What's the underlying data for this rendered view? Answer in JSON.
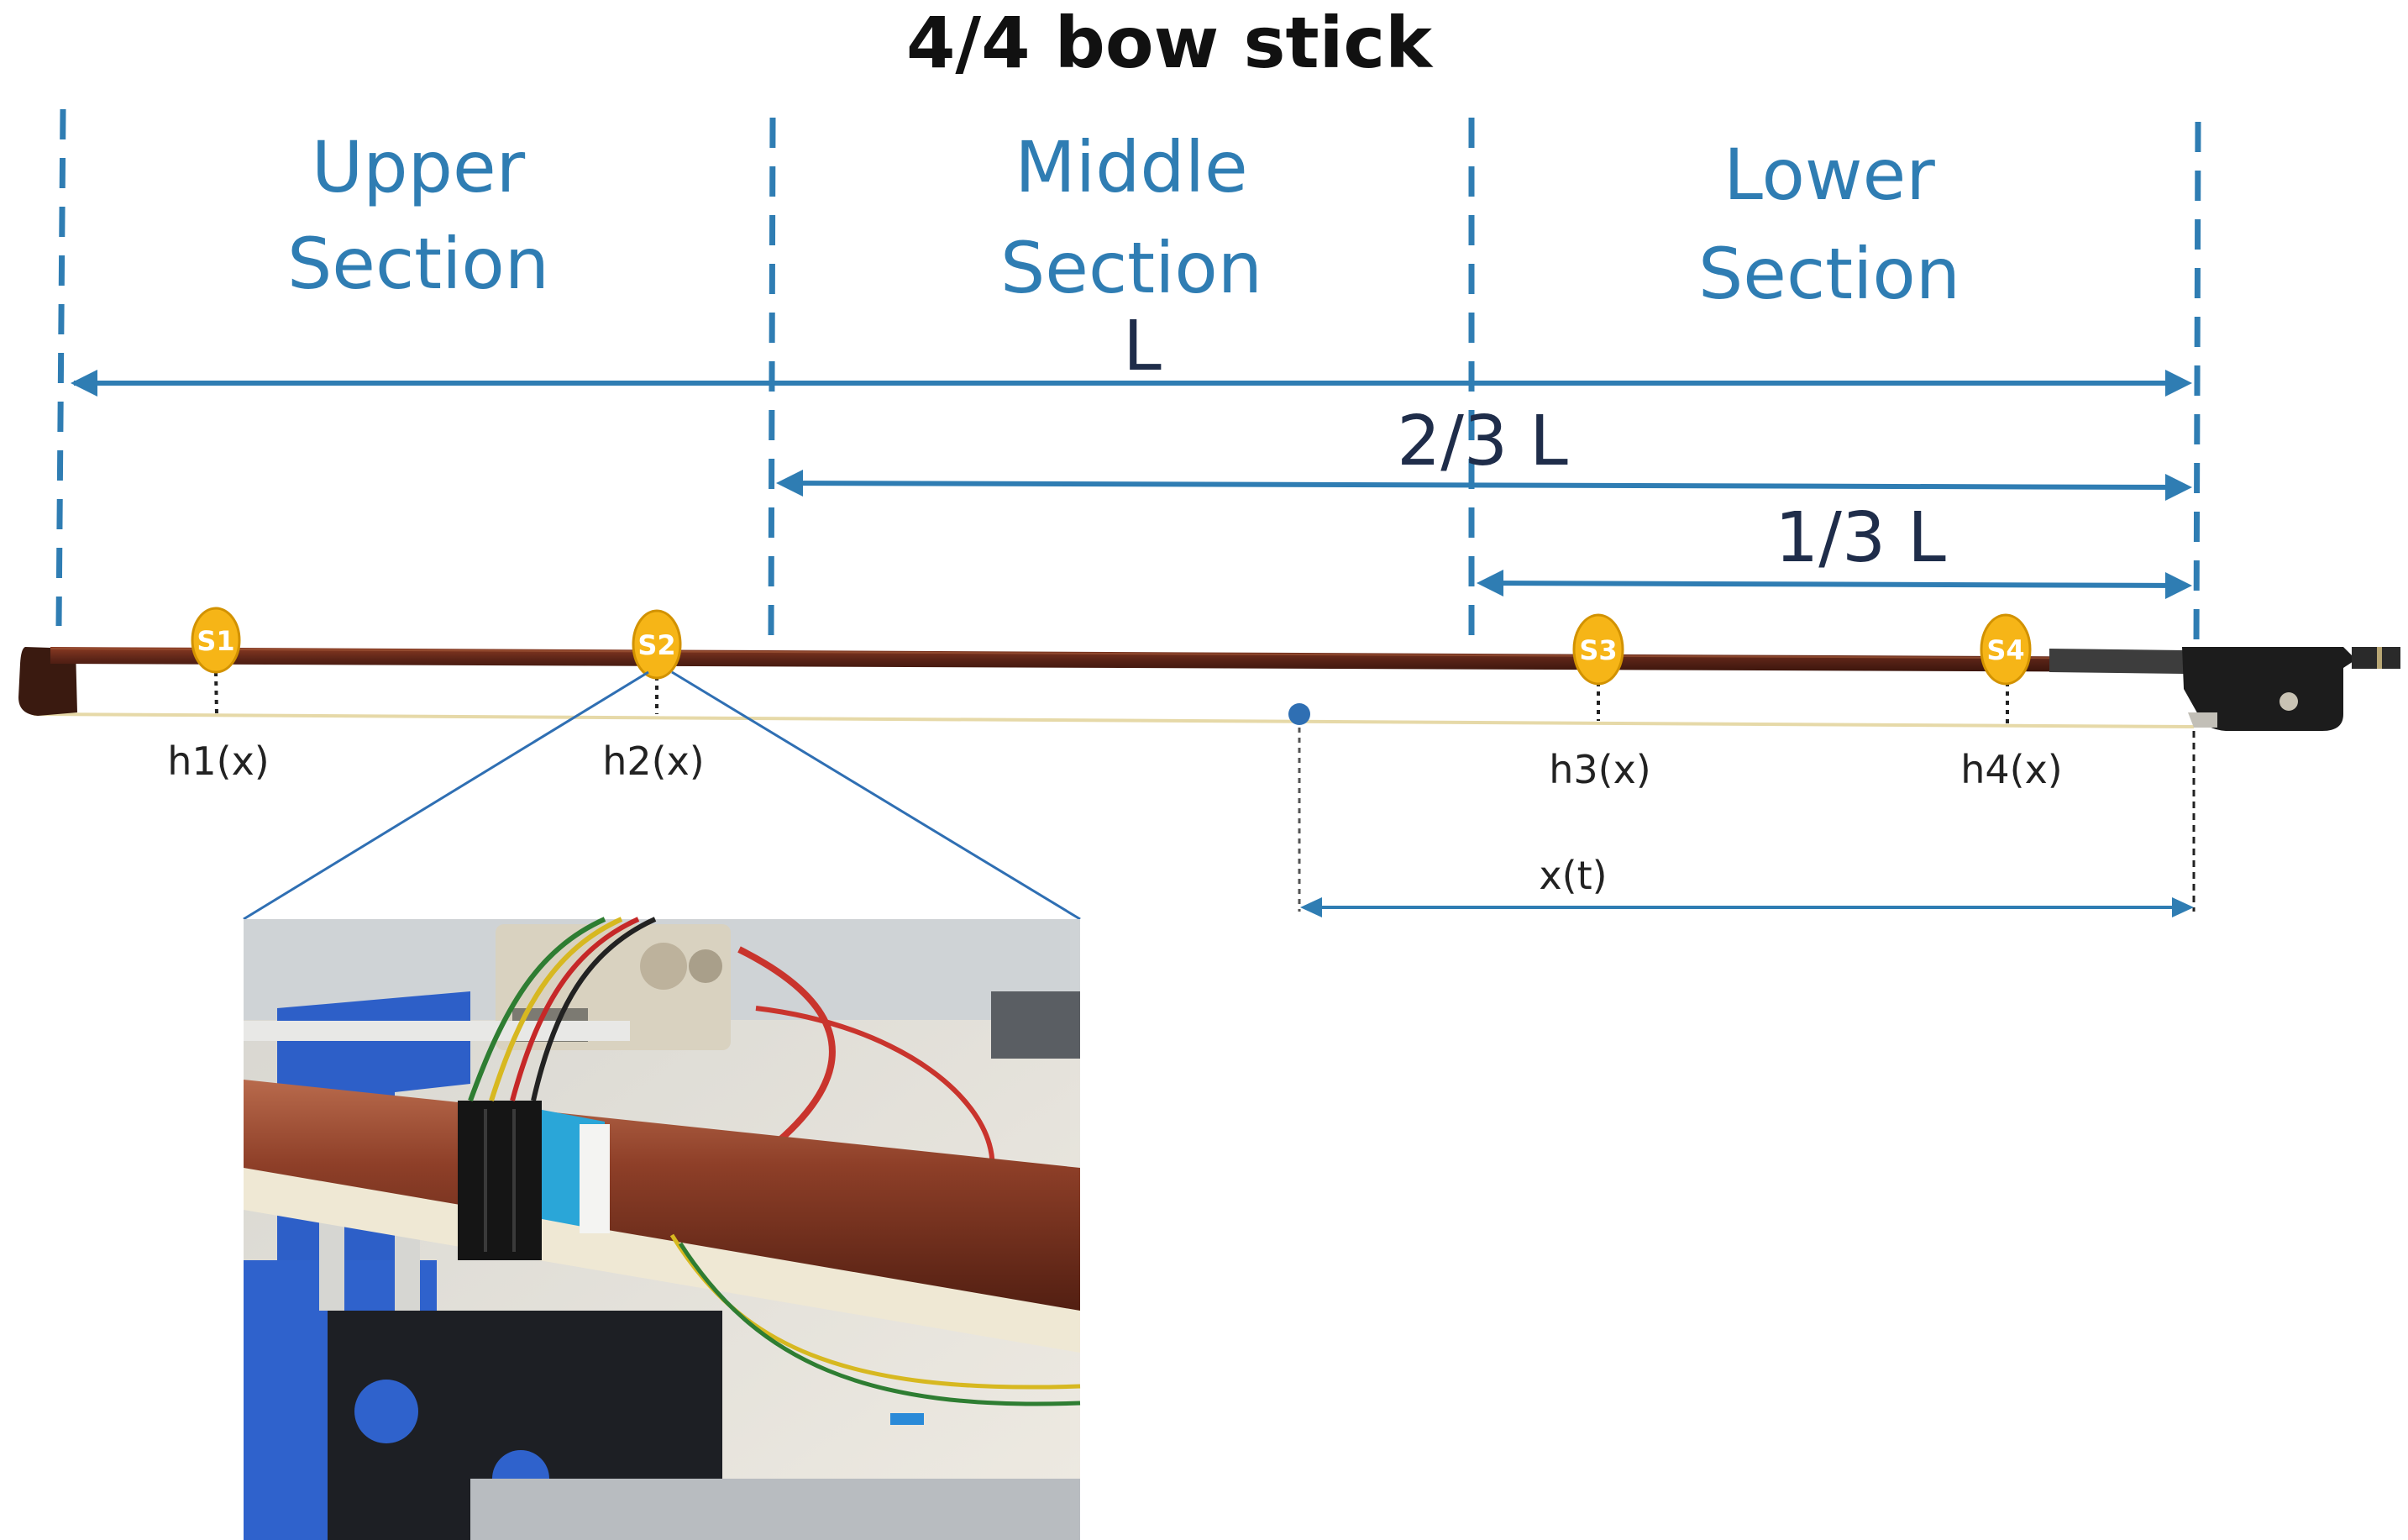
{
  "title": "4/4 bow stick",
  "sections": [
    {
      "line1": "Upper",
      "line2": "Section"
    },
    {
      "line1": "Middle",
      "line2": "Section"
    },
    {
      "line1": "Lower",
      "line2": "Section"
    }
  ],
  "dimensions": {
    "full": "L",
    "two_thirds": "2/3 L",
    "one_third": "1/3 L"
  },
  "sensors": [
    {
      "label": "S1",
      "h_label": "h1(x)"
    },
    {
      "label": "S2",
      "h_label": "h2(x)"
    },
    {
      "label": "S3",
      "h_label": "h3(x)"
    },
    {
      "label": "S4",
      "h_label": "h4(x)"
    }
  ],
  "position_label": "x(t)",
  "colors": {
    "accent_blue": "#2f7db3",
    "sensor_fill": "#f6b517",
    "bow_wood": "#5a2417",
    "bow_hair": "#e6d9a8"
  }
}
